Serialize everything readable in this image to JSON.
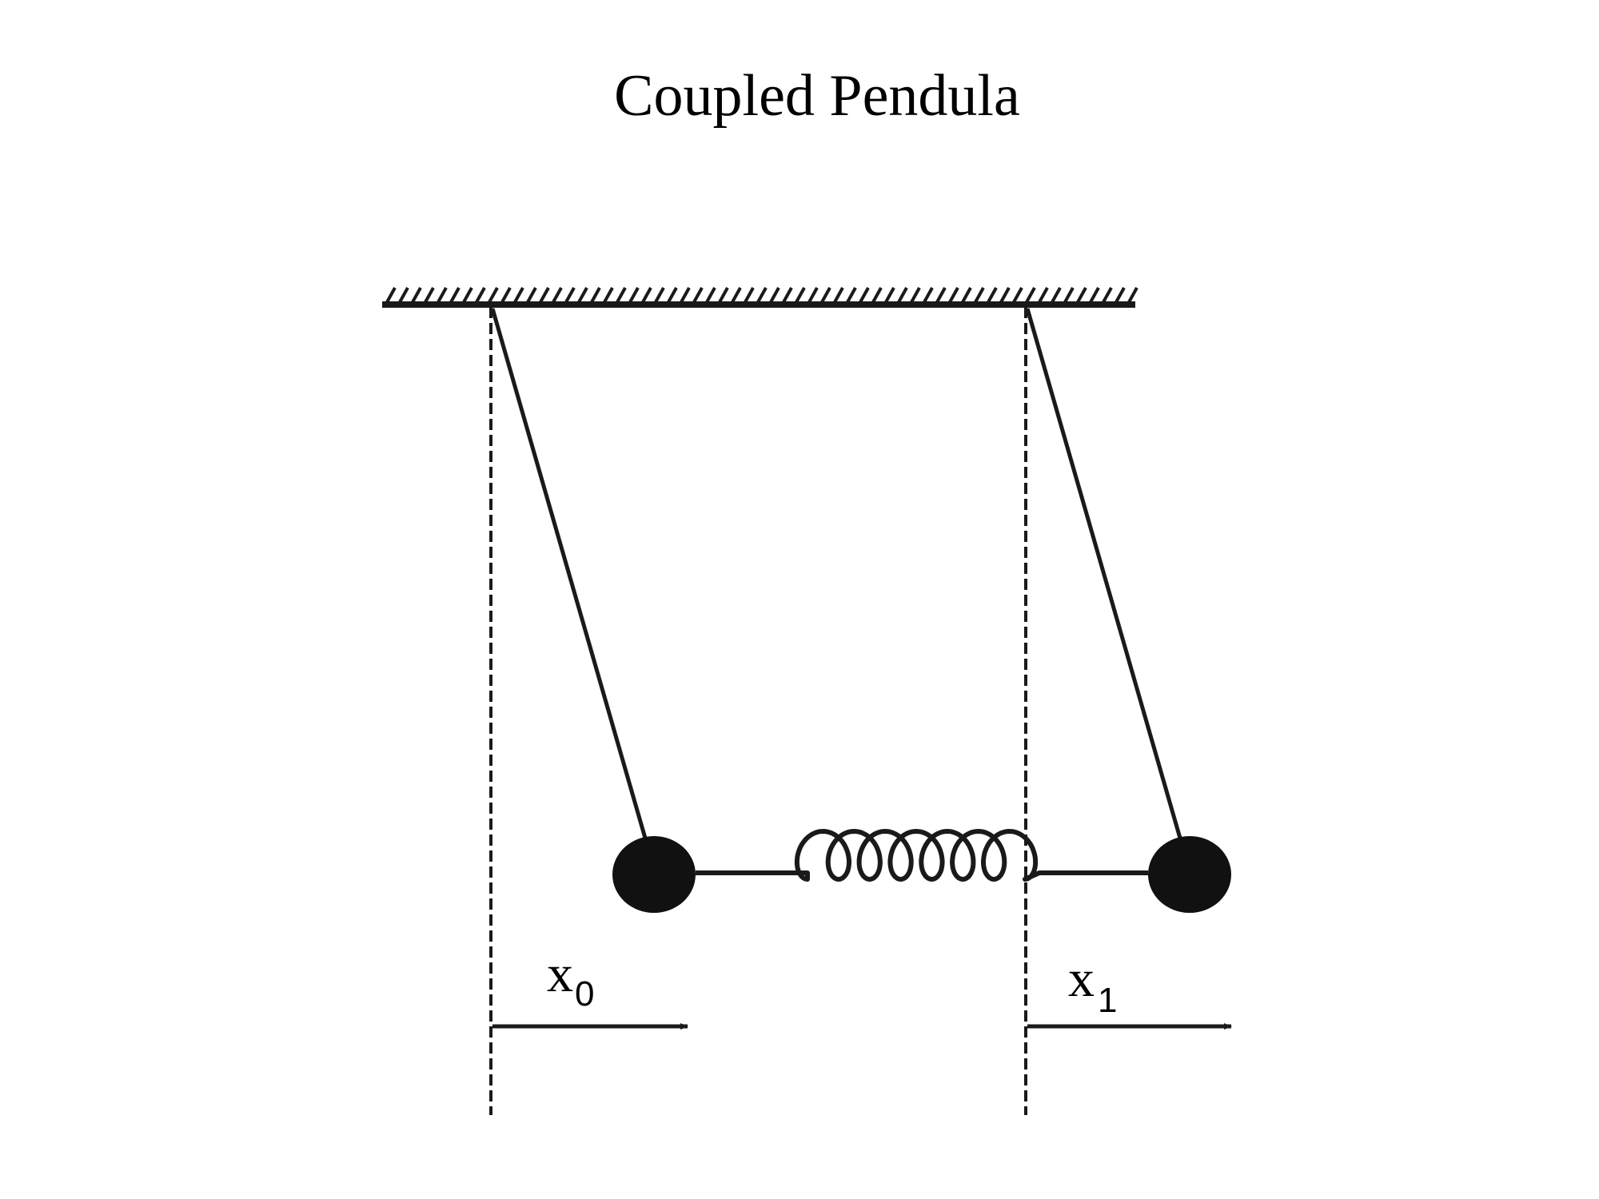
{
  "title": "Coupled Pendula",
  "labels": {
    "x0": {
      "base": "x",
      "sub": "0"
    },
    "x1": {
      "base": "x",
      "sub": "1"
    }
  },
  "colors": {
    "ink": "#1a1a1a",
    "background": "#ffffff"
  }
}
